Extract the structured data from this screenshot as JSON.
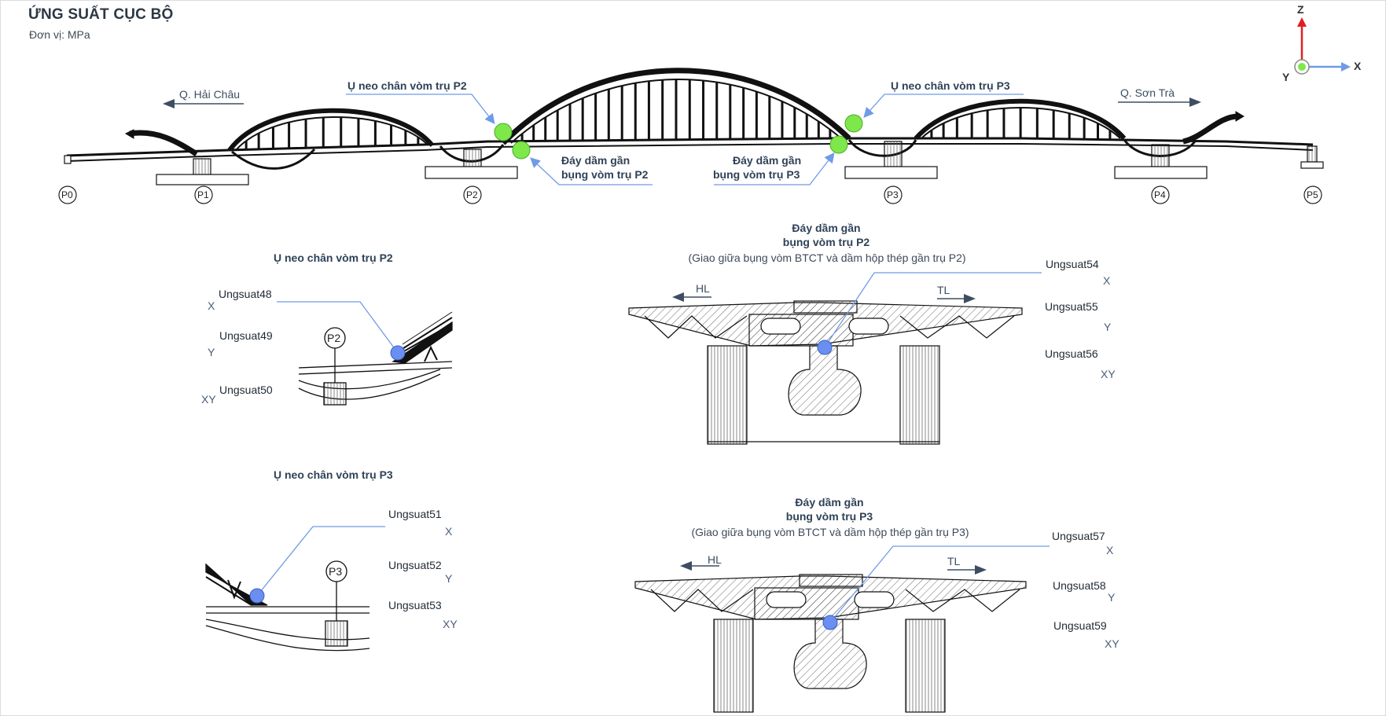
{
  "header": {
    "title": "ỨNG SUẤT CỤC BỘ",
    "unit": "Đơn vị: MPa"
  },
  "axes": {
    "z": "Z",
    "x": "X",
    "y": "Y"
  },
  "elevation": {
    "left_direction": "Q. Hải Châu",
    "right_direction": "Q. Sơn Trà",
    "piers": [
      "P0",
      "P1",
      "P2",
      "P3",
      "P4",
      "P5"
    ],
    "callouts": {
      "anchor_p2": "Ụ neo chân vòm trụ P2",
      "anchor_p3": "Ụ neo chân vòm trụ P3",
      "bottom_p2_line1": "Đáy dầm gần",
      "bottom_p2_line2": "bụng vòm trụ P2",
      "bottom_p3_line1": "Đáy dầm gần",
      "bottom_p3_line2": "bụng vòm trụ P3"
    }
  },
  "detail_p2_anchor": {
    "title": "Ụ neo chân vòm trụ P2",
    "pier": "P2",
    "gauges": [
      {
        "name": "Ungsuat48",
        "axis": "X"
      },
      {
        "name": "Ungsuat49",
        "axis": "Y"
      },
      {
        "name": "Ungsuat50",
        "axis": "XY"
      }
    ]
  },
  "detail_p3_anchor": {
    "title": "Ụ neo chân vòm trụ P3",
    "pier": "P3",
    "gauges": [
      {
        "name": "Ungsuat51",
        "axis": "X"
      },
      {
        "name": "Ungsuat52",
        "axis": "Y"
      },
      {
        "name": "Ungsuat53",
        "axis": "XY"
      }
    ]
  },
  "detail_p2_section": {
    "title_line1": "Đáy dầm gần",
    "title_line2": "bụng vòm trụ P2",
    "subtitle": "(Giao giữa bụng vòm BTCT và dầm hộp thép gần trụ P2)",
    "hl": "HL",
    "tl": "TL",
    "gauges": [
      {
        "name": "Ungsuat54",
        "axis": "X"
      },
      {
        "name": "Ungsuat55",
        "axis": "Y"
      },
      {
        "name": "Ungsuat56",
        "axis": "XY"
      }
    ]
  },
  "detail_p3_section": {
    "title_line1": "Đáy dầm gần",
    "title_line2": "bụng vòm trụ P3",
    "subtitle": "(Giao giữa bụng vòm BTCT và dầm hộp thép gần trụ P3)",
    "hl": "HL",
    "tl": "TL",
    "gauges": [
      {
        "name": "Ungsuat57",
        "axis": "X"
      },
      {
        "name": "Ungsuat58",
        "axis": "Y"
      },
      {
        "name": "Ungsuat59",
        "axis": "XY"
      }
    ]
  },
  "colors": {
    "leader": "#6f9be8",
    "sensor_green": "#7ee84a",
    "sensor_blue": "#6b8ff0",
    "axis_z": "#e02020",
    "axis_x": "#6f9be8",
    "text_heading": "#2f4257"
  }
}
